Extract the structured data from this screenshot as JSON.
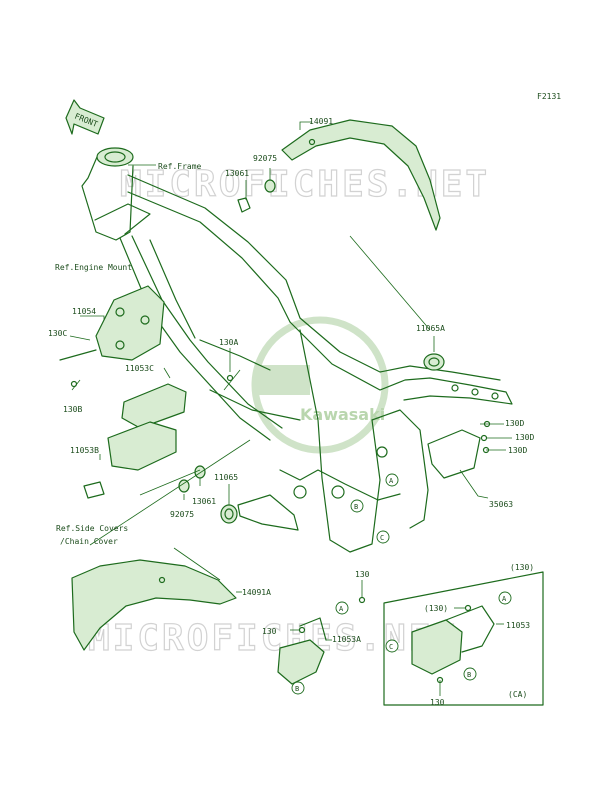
{
  "figure_code": "F2131",
  "front_arrow_label": "FRONT",
  "watermark": {
    "line1": "MICROFICHES.NET",
    "line2": "MICROFICHES.NET",
    "logo_text": "Kawasaki"
  },
  "callouts": {
    "ref_frame": "Ref.Frame",
    "ref_engine_mount": "Ref.Engine Mount",
    "ref_side_covers_1": "Ref.Side Covers",
    "ref_side_covers_2": "/Chain Cover",
    "p14091": "14091",
    "p92075_top": "92075",
    "p13061_top": "13061",
    "p11054": "11054",
    "p130C": "130C",
    "p130B": "130B",
    "p11053C": "11053C",
    "p130A": "130A",
    "p11065A": "11065A",
    "p130D_1": "130D",
    "p130D_2": "130D",
    "p130D_3": "130D",
    "p35063": "35063",
    "p11053B": "11053B",
    "p13061_bottom": "13061",
    "p92075_bottom": "92075",
    "p11065": "11065",
    "p14091A": "14091A",
    "p130_a": "130",
    "p130_b": "130",
    "p11053A": "11053A",
    "p130_paren_1": "(130)",
    "p130_paren_2": "(130)",
    "p11053": "11053",
    "p130_c": "130",
    "ca": "(CA)"
  },
  "ref_badges": {
    "a1": "A",
    "a2": "A",
    "a3": "A",
    "b1": "B",
    "b2": "B",
    "b3": "B",
    "c1": "C",
    "c2": "C"
  },
  "colors": {
    "line": "#1d6b1d",
    "fill": "#d8ecd2",
    "text": "#1d4d1d"
  }
}
